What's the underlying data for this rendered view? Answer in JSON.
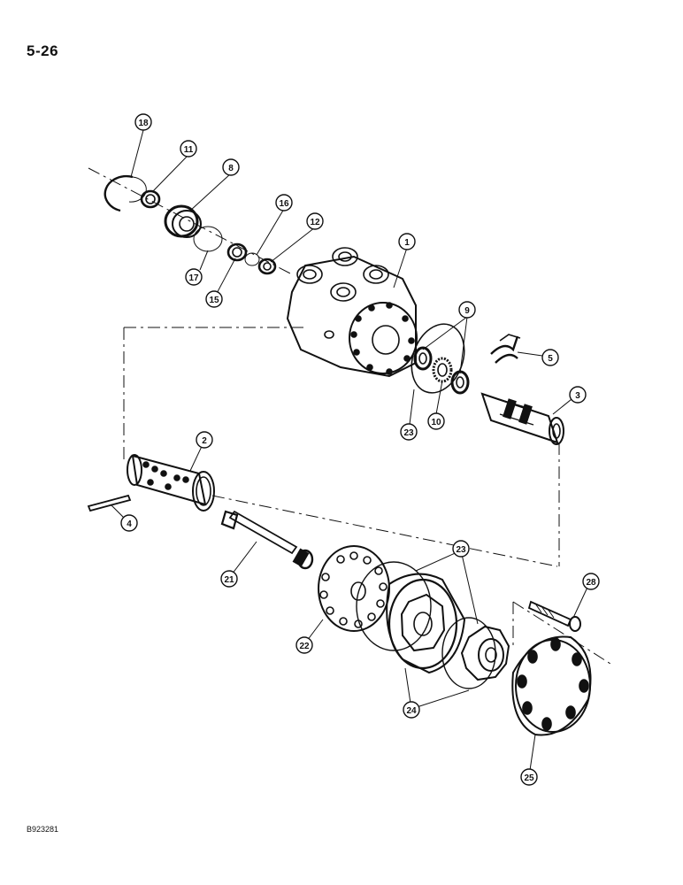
{
  "page": {
    "number": "5-26",
    "figure_code": "B923281"
  },
  "callouts": {
    "c1": "1",
    "c2": "2",
    "c3": "3",
    "c4": "4",
    "c5": "5",
    "c8": "8",
    "c9": "9",
    "c10": "10",
    "c11": "11",
    "c12": "12",
    "c15": "15",
    "c16": "16",
    "c17": "17",
    "c18": "18",
    "c21": "21",
    "c22": "22",
    "c23a": "23",
    "c23b": "23",
    "c24": "24",
    "c25": "25",
    "c28": "28"
  }
}
